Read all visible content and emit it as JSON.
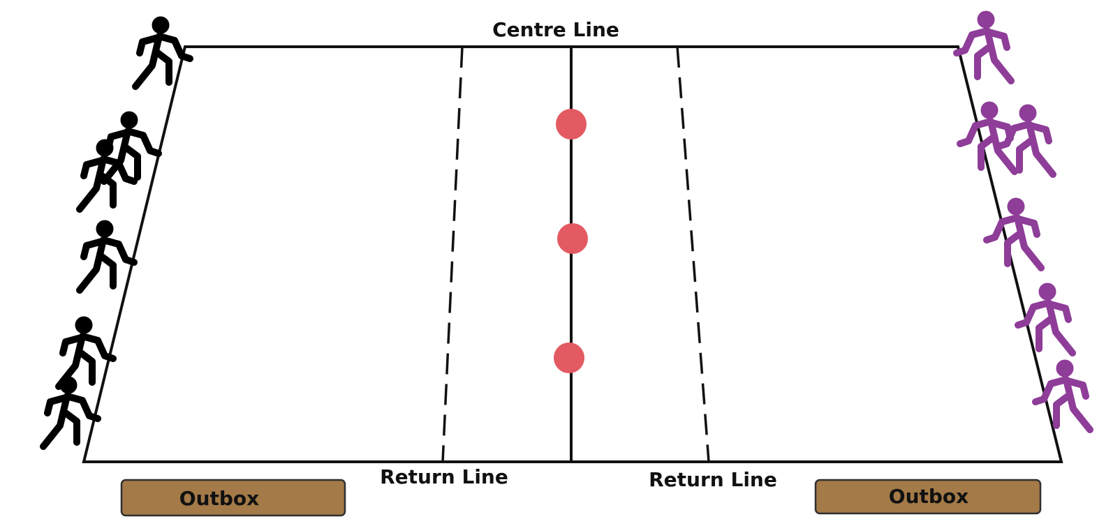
{
  "labels": {
    "centre_line": "Centre Line",
    "return_line_left": "Return Line",
    "return_line_right": "Return Line",
    "outbox_left": "Outbox",
    "outbox_right": "Outbox"
  },
  "teams": {
    "left": {
      "color": "#000000",
      "player_count": 6
    },
    "right": {
      "color": "#8e3d98",
      "player_count": 6
    }
  },
  "balls": {
    "color": "#e35a62",
    "count": 3
  },
  "colors": {
    "outbox_fill": "#a37a48",
    "outbox_border": "#2f2f2f",
    "line": "#111111"
  }
}
